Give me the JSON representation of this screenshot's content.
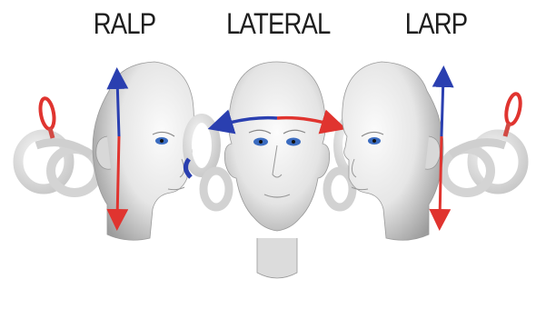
{
  "panels": [
    {
      "id": "ralp",
      "label": "RALP"
    },
    {
      "id": "lateral",
      "label": "LATERAL"
    },
    {
      "id": "larp",
      "label": "LARP"
    }
  ],
  "colors": {
    "blue_arrow": "#2a3fb0",
    "red_arrow": "#e0342f",
    "skin_light": "#f6f6f6",
    "skin_shadow": "#a9a9a9",
    "canal_gray": "#d9d9d9",
    "iris": "#3b6cc0"
  },
  "icons": [
    "semicircular-canal-model",
    "head-model",
    "rotation-axis-arrow"
  ]
}
